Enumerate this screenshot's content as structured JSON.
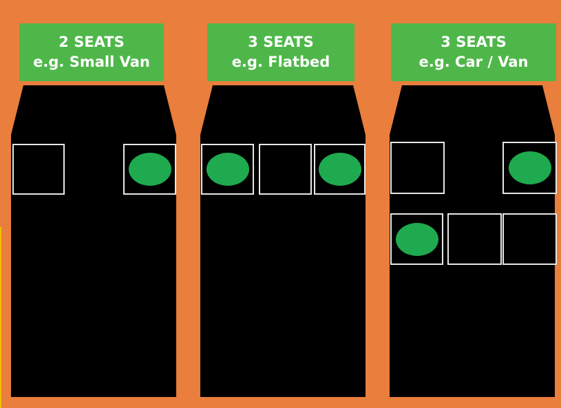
{
  "colors": {
    "background": "#e97e3d",
    "label_fill": "#4fb74a",
    "vehicle_body": "#000000",
    "seat_outline": "#e8e8e8",
    "occupied_marker": "#1faa4f"
  },
  "vehicles": [
    {
      "seats_label": "2 SEATS",
      "example_label": "e.g. Small Van",
      "seats": [
        {
          "row": 1,
          "occupied": false
        },
        {
          "row": 1,
          "occupied": true
        }
      ]
    },
    {
      "seats_label": "3 SEATS",
      "example_label": "e.g. Flatbed",
      "seats": [
        {
          "row": 1,
          "occupied": true
        },
        {
          "row": 1,
          "occupied": false
        },
        {
          "row": 1,
          "occupied": true
        }
      ]
    },
    {
      "seats_label": "3 SEATS",
      "example_label": "e.g. Car / Van",
      "seats": [
        {
          "row": 1,
          "occupied": false
        },
        {
          "row": 1,
          "occupied": true
        },
        {
          "row": 2,
          "occupied": true
        },
        {
          "row": 2,
          "occupied": false
        },
        {
          "row": 2,
          "occupied": false
        }
      ]
    }
  ]
}
